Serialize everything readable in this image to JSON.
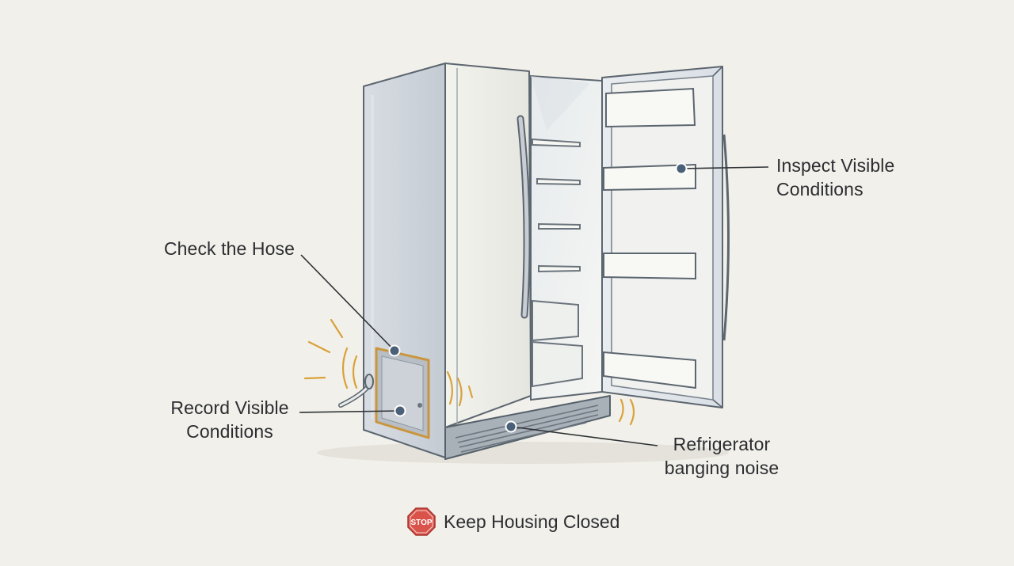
{
  "callouts": {
    "inspect": {
      "lines": [
        "Inspect Visible",
        "Conditions"
      ]
    },
    "hose": {
      "lines": [
        "Check the Hose"
      ]
    },
    "record": {
      "lines": [
        "Record Visible",
        "Conditions"
      ]
    },
    "noise": {
      "lines": [
        "Refrigerator",
        "banging noise"
      ]
    }
  },
  "footer": {
    "sign_text": "STOP",
    "note": "Keep Housing Closed"
  },
  "icons": {
    "stop": "stop-sign-icon"
  },
  "colors": {
    "background": "#f2f0ea",
    "stop_red": "#d9534b",
    "highlight_gold": "#c9963d",
    "leader_dot": "#4a6078",
    "vibration": "#d9a23a"
  }
}
